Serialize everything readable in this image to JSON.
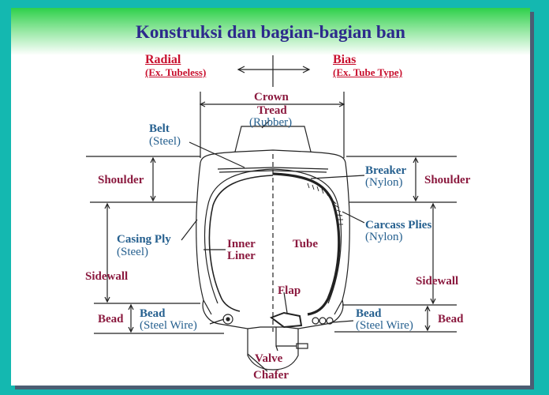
{
  "title": "Konstruksi dan bagian-bagian ban",
  "types": {
    "left": {
      "name": "Radial",
      "example": "(Ex. Tubeless)"
    },
    "right": {
      "name": "Bias",
      "example": "(Ex. Tube Type)"
    }
  },
  "labels": {
    "crown": "Crown",
    "tread": "Tread",
    "tread_material": "(Rubber)",
    "belt": "Belt",
    "belt_material": "(Steel)",
    "shoulder_left": "Shoulder",
    "shoulder_right": "Shoulder",
    "breaker": "Breaker",
    "breaker_material": "(Nylon)",
    "carcass": "Carcass Plies",
    "carcass_material": "(Nylon)",
    "casing_ply": "Casing Ply",
    "casing_material": "(Steel)",
    "inner": "Inner",
    "liner": "Liner",
    "tube": "Tube",
    "sidewall_left": "Sidewall",
    "sidewall_right": "Sidewall",
    "flap": "Flap",
    "bead_left": "Bead",
    "bead_right": "Bead",
    "bead_wire_left": "Bead",
    "bead_wire_left_material": "(Steel Wire)",
    "bead_wire_right": "Bead",
    "bead_wire_right_material": "(Steel Wire)",
    "valve": "Valve",
    "chafer": "Chafer"
  },
  "colors": {
    "background": "#14b8b0",
    "title": "#2d2a8c",
    "type_label": "#c8102e",
    "part_label": "#8b1a3f",
    "material_label": "#26608f",
    "line": "#222222"
  }
}
